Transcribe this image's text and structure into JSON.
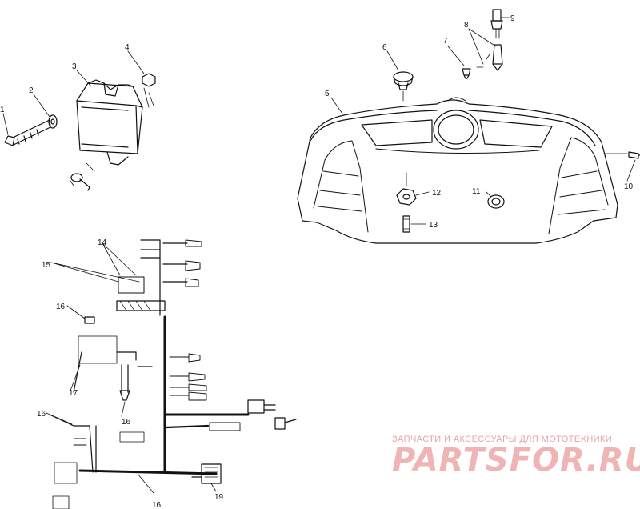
{
  "callouts": [
    {
      "id": "c1",
      "text": "1"
    },
    {
      "id": "c2",
      "text": "2"
    },
    {
      "id": "c3",
      "text": "3"
    },
    {
      "id": "c4",
      "text": "4"
    },
    {
      "id": "c5",
      "text": "5"
    },
    {
      "id": "c6",
      "text": "6"
    },
    {
      "id": "c7",
      "text": "7"
    },
    {
      "id": "c8",
      "text": "8"
    },
    {
      "id": "c9",
      "text": "9"
    },
    {
      "id": "c10",
      "text": "10"
    },
    {
      "id": "c11",
      "text": "11"
    },
    {
      "id": "c12",
      "text": "12"
    },
    {
      "id": "c13",
      "text": "13"
    },
    {
      "id": "c14",
      "text": "14"
    },
    {
      "id": "c15",
      "text": "15"
    },
    {
      "id": "c16a",
      "text": "16"
    },
    {
      "id": "c17",
      "text": "17"
    },
    {
      "id": "c16b",
      "text": "16"
    },
    {
      "id": "c16c",
      "text": "16"
    },
    {
      "id": "c16d",
      "text": "16"
    },
    {
      "id": "c19",
      "text": "19"
    }
  ],
  "watermark": {
    "tagline": "ЗАПЧАСТИ И АКСЕССУАРЫ ДЛЯ МОТОТЕХНИКИ",
    "brand": "PARTSFOR.RU"
  },
  "colors": {
    "line": "#111111",
    "watermark": "#f0b4b4"
  }
}
